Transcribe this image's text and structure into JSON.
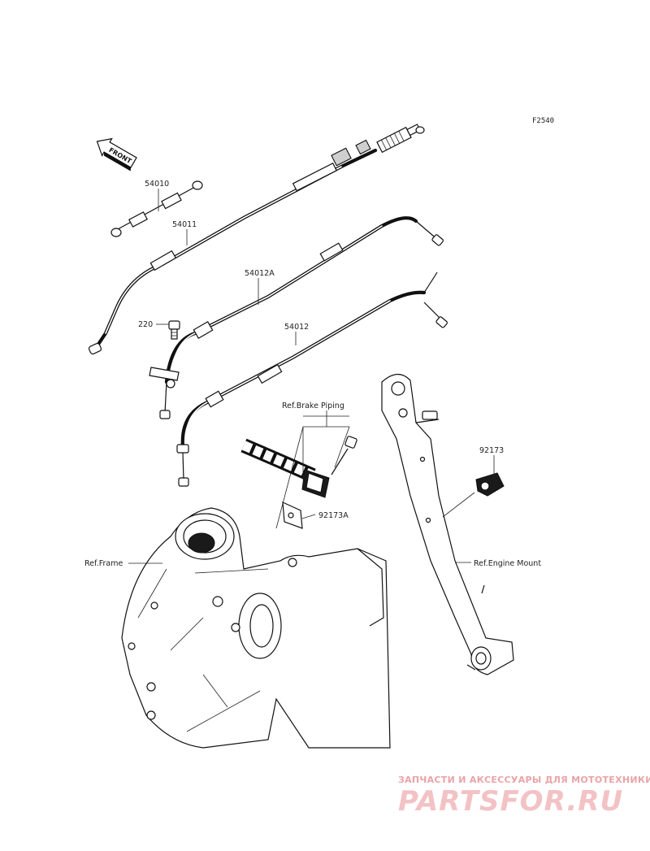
{
  "figure_code": "F2540",
  "front_arrow": {
    "label": "FRONT"
  },
  "labels": {
    "p54010": "54010",
    "p54011": "54011",
    "p54012A": "54012A",
    "p54012": "54012",
    "p220": "220",
    "p92173": "92173",
    "p92173A": "92173A",
    "ref_brake_piping": "Ref.Brake Piping",
    "ref_frame": "Ref.Frame",
    "ref_engine_mount": "Ref.Engine Mount"
  },
  "watermark": {
    "subtitle": "ЗАПЧАСТИ И АКСЕССУАРЫ ДЛЯ МОТОТЕХНИКИ",
    "brand": "PARTSFOR.RU"
  },
  "colors": {
    "line": "#111111",
    "watermark": "#e9a3a8"
  }
}
